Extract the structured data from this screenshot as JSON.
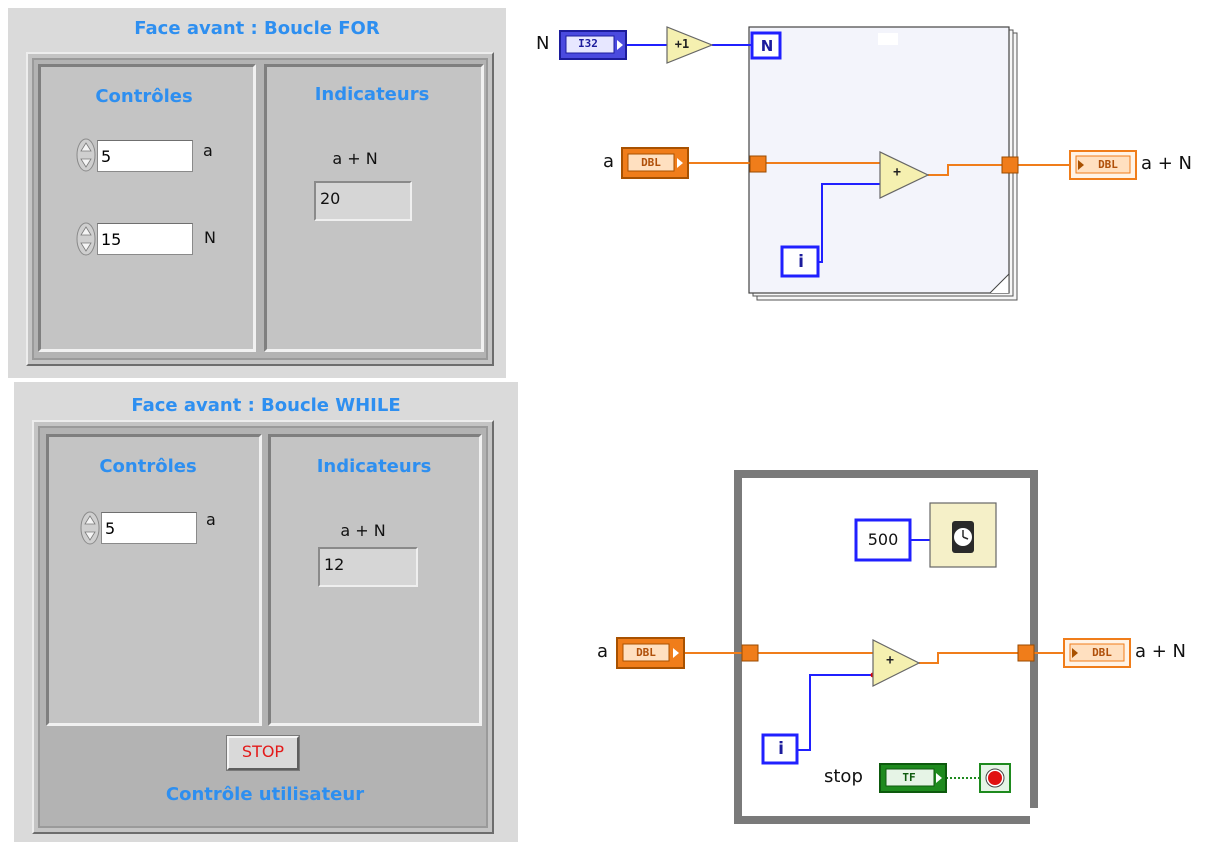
{
  "for_panel": {
    "title": "Face avant : Boucle FOR",
    "controls_title": "Contrôles",
    "indicators_title": "Indicateurs",
    "controls": [
      {
        "label": "a",
        "value": "5"
      },
      {
        "label": "N",
        "value": "15"
      }
    ],
    "indicator": {
      "label": "a + N",
      "value": "20"
    }
  },
  "while_panel": {
    "title": "Face avant : Boucle WHILE",
    "controls_title": "Contrôles",
    "indicators_title": "Indicateurs",
    "controls": [
      {
        "label": "a",
        "value": "5"
      }
    ],
    "indicator": {
      "label": "a + N",
      "value": "12"
    },
    "stop_label": "STOP",
    "user_control_title": "Contrôle utilisateur"
  },
  "for_diagram": {
    "n_label": "N",
    "n_terminal_type": "I32",
    "increment_label": "+1",
    "count_terminal": "N",
    "a_label": "a",
    "a_terminal_type": "DBL",
    "add_symbol": "+",
    "iteration_terminal": "i",
    "out_terminal_type": "DBL",
    "out_label": "a + N"
  },
  "while_diagram": {
    "wait_constant": "500",
    "a_label": "a",
    "a_terminal_type": "DBL",
    "add_symbol": "+",
    "iteration_terminal": "i",
    "out_terminal_type": "DBL",
    "out_label": "a + N",
    "stop_label": "stop",
    "stop_terminal_type": "TF"
  },
  "colors": {
    "title_blue": "#2e8ff0",
    "wire_orange": "#f07d1a",
    "wire_blue": "#2020ff",
    "wire_green": "#1e8a1e",
    "loop_gray": "#7a7a7a"
  }
}
